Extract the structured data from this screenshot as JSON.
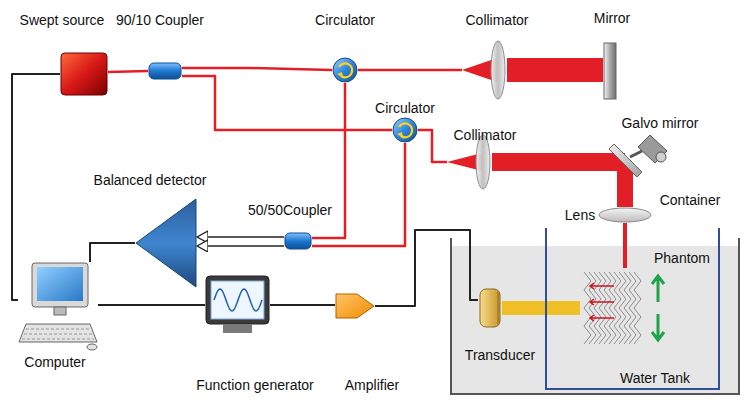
{
  "diagram": {
    "nodes": [
      {
        "text": [
          "Swept source"
        ]
      },
      {
        "text": [
          "90/10 Coupler"
        ]
      },
      {
        "text": [
          "Circulator"
        ]
      },
      {
        "text": [
          "Collimator"
        ]
      },
      {
        "text": [
          "Mirror"
        ]
      },
      {
        "text": [
          "Circulator"
        ]
      },
      {
        "text": [
          "Collimator"
        ]
      },
      {
        "text": [
          "Galvo mirror"
        ]
      },
      {
        "text": [
          "Lens"
        ]
      },
      {
        "text": [
          "Balanced detector"
        ]
      },
      {
        "text": [
          "50/50Coupler"
        ]
      },
      {
        "text": [
          "Computer"
        ]
      },
      {
        "text": [
          "Function generator"
        ]
      },
      {
        "text": [
          "Amplifier"
        ]
      },
      {
        "text": [
          "Water Tank"
        ]
      },
      {
        "text": [
          "Container"
        ],
        "in": 14
      },
      {
        "text": [
          "Transducer"
        ],
        "in": 14
      },
      {
        "text": [
          "Phantom"
        ],
        "in": 15
      }
    ],
    "edges": [
      {
        "from": 11,
        "to": 0,
        "arrow": "none"
      },
      {
        "from": 0,
        "to": 1,
        "arrow": "none"
      },
      {
        "from": 1,
        "to": 2,
        "arrow": "none"
      },
      {
        "from": 1,
        "to": 5,
        "arrow": "none"
      },
      {
        "from": 2,
        "to": 3,
        "arrow": "none"
      },
      {
        "from": 3,
        "to": 4,
        "arrow": "none"
      },
      {
        "from": 2,
        "to": 10,
        "arrow": "none"
      },
      {
        "from": 5,
        "to": 10,
        "arrow": "none"
      },
      {
        "from": 5,
        "to": 6,
        "arrow": "none"
      },
      {
        "from": 6,
        "to": 7,
        "arrow": "none"
      },
      {
        "from": 7,
        "to": 8,
        "arrow": "none"
      },
      {
        "from": 8,
        "to": 17,
        "arrow": "none"
      },
      {
        "from": 10,
        "to": 9,
        "arrow": "to"
      },
      {
        "from": 10,
        "to": 9,
        "arrow": "to"
      },
      {
        "from": 9,
        "to": 11,
        "arrow": "none"
      },
      {
        "from": 11,
        "to": 12,
        "arrow": "none"
      },
      {
        "from": 12,
        "to": 13,
        "arrow": "none"
      },
      {
        "from": 13,
        "to": 16,
        "arrow": "none"
      },
      {
        "from": 16,
        "to": 17,
        "arrow": "none"
      }
    ]
  }
}
